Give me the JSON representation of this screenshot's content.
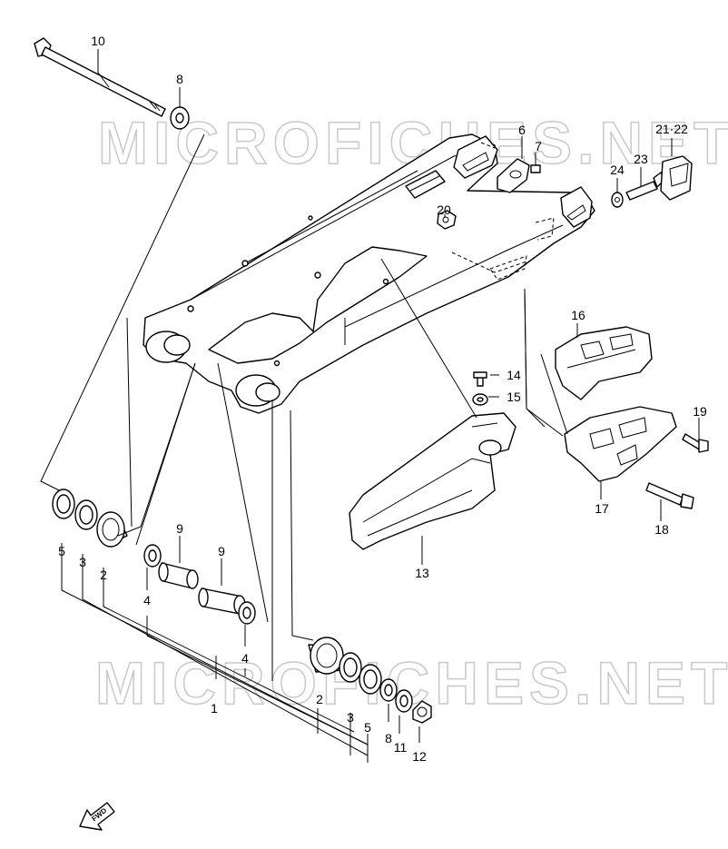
{
  "watermark": "MICROFICHES.NET",
  "callouts": {
    "c1": "1",
    "c2a": "2",
    "c2b": "2",
    "c3a": "3",
    "c3b": "3",
    "c4a": "4",
    "c4b": "4",
    "c5a": "5",
    "c5b": "5",
    "c6": "6",
    "c7": "7",
    "c8a": "8",
    "c8b": "8",
    "c9a": "9",
    "c9b": "9",
    "c10": "10",
    "c11": "11",
    "c12": "12",
    "c13": "13",
    "c14": "14",
    "c15": "15",
    "c16": "16",
    "c17": "17",
    "c18": "18",
    "c19": "19",
    "c20": "20",
    "c2122": "21·22",
    "c23": "23",
    "c24": "24"
  },
  "fwd_arrow": {
    "label": "FWD"
  }
}
